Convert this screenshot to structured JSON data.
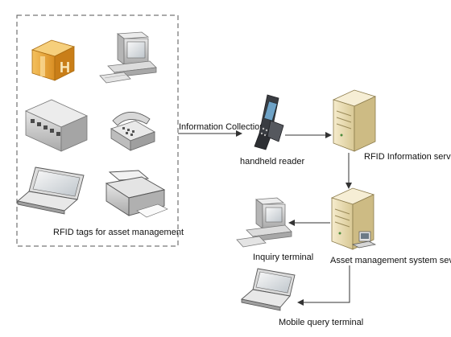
{
  "labels": {
    "tags_group": "RFID tags for asset management",
    "information_collection": "Information Collection",
    "handheld_reader": "handheld reader",
    "rfid_server": "RFID Information server",
    "asset_server": "Asset management system sever",
    "inquiry_terminal": "Inquiry terminal",
    "mobile_terminal": "Mobile query terminal"
  },
  "icons": {
    "group_items": [
      "box-icon",
      "desktop-computer-icon",
      "network-switch-icon",
      "telephone-icon",
      "laptop-icon",
      "printer-icon"
    ],
    "reader": "handheld-reader-icon",
    "rfid_server": "server-tower-icon",
    "asset_server": "server-tower-icon",
    "inquiry_terminal": "desktop-computer-icon",
    "mobile_terminal": "laptop-icon"
  },
  "colors": {
    "box_orange": "#e8a33a",
    "server_beige": "#efe3bf",
    "device_gray": "#cfcfcf",
    "arrow": "#333333"
  }
}
